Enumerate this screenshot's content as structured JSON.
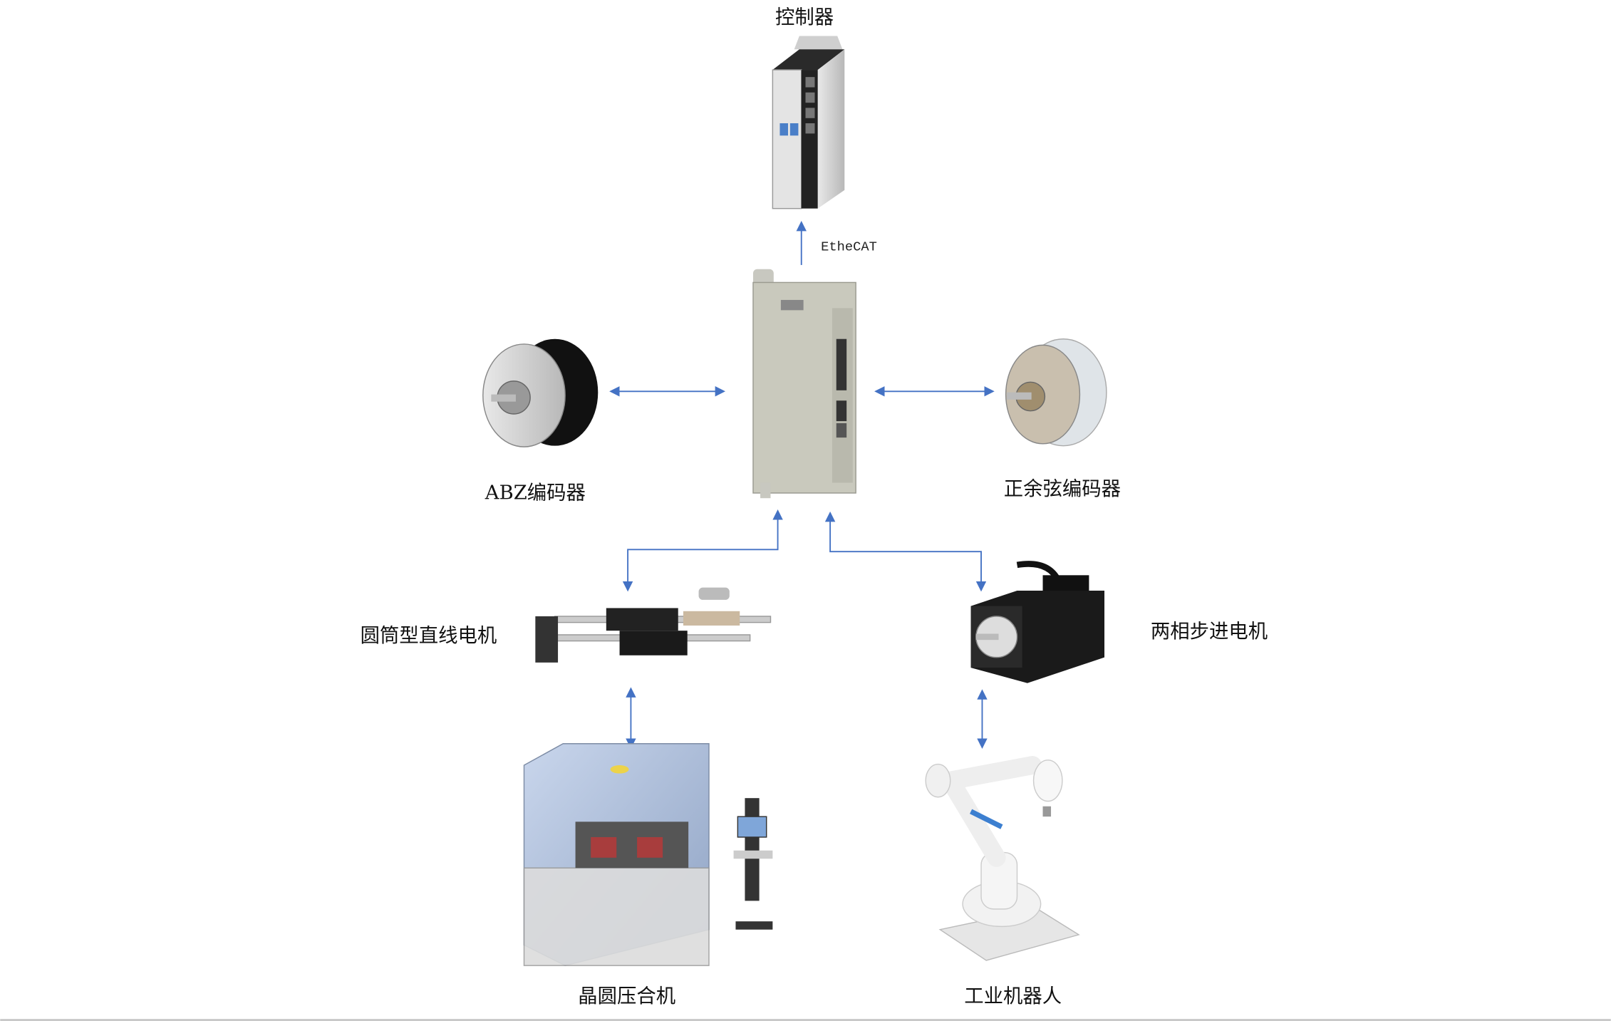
{
  "nodes": {
    "controller": "控制器",
    "abz_encoder": "ABZ编码器",
    "sincos_encoder": "正余弦编码器",
    "linear_motor": "圆筒型直线电机",
    "stepper_motor": "两相步进电机",
    "wafer_bonder": "晶圆压合机",
    "robot": "工业机器人"
  },
  "links": {
    "controller_bus": "EtheCAT"
  },
  "colors": {
    "arrow": "#4472c4"
  }
}
